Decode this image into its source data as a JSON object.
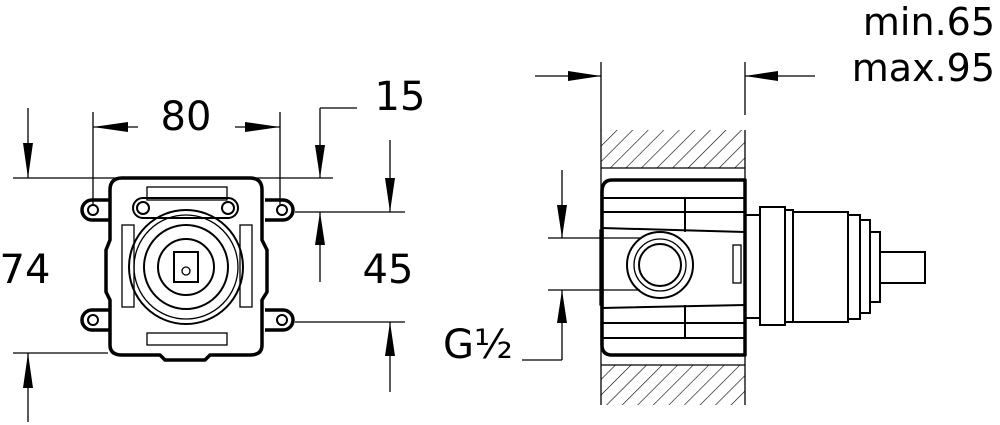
{
  "front_view": {
    "width_dim": "80",
    "height_dim": "74",
    "offset_dim": "15",
    "mount_spacing_dim": "45"
  },
  "side_view": {
    "depth_min": "min.65",
    "depth_max": "max.95",
    "thread_label": "G½"
  }
}
